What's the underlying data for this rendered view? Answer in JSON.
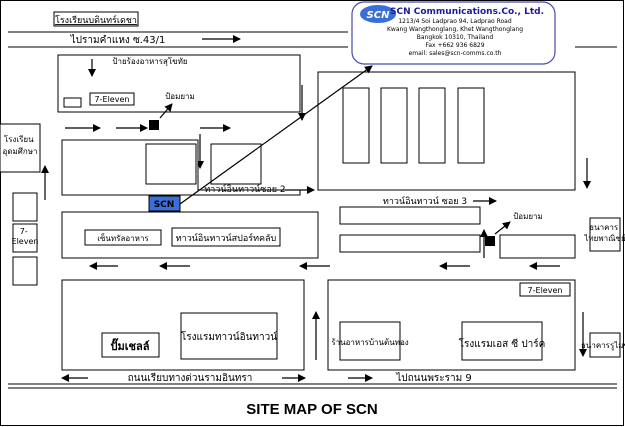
{
  "title": "SITE MAP OF SCN",
  "company": {
    "logo": "SCN",
    "name": "SCN Communications.Co., Ltd.",
    "address_lines": [
      "1213/4 Soi Ladprao 94, Ladprao Road",
      "Kwang  Wangthonglang, Khet Wangthonglang",
      "Bangkok 10310, Thailand",
      "Fax +662 936 6829",
      "email:  sales@scn-comms.co.th"
    ]
  },
  "scn_marker": "SCN",
  "places": {
    "school_top": "โรงเรียนบดินทร์เดชา",
    "road_top": "ไปรามคำแหง ซ.43/1",
    "restaurant_sign": "ป้ายร้องอาหารสุโขทัย",
    "seven_eleven_top": "7-Eleven",
    "seven_eleven_left": "7-\nEleven",
    "seven_eleven_right": "7-Eleven",
    "police_box_1": "ป้อมยาม",
    "police_box_2": "ป้อมยาม",
    "school_left": "โรงเรียน\nอุดมศึกษา",
    "soi_2": "ทาวน์อินทาวน์ซอย 2",
    "soi_3": "ทาวน์อินทาวน์ ซอย 3",
    "food_center": "เซ็นทรัลอาหาร",
    "sports_club": "ทาวน์อินทาวน์สปอร์ทคลับ",
    "bank_top": "ธนาคาร\nไทยพาณิชย์",
    "bank_bottom": "ธนาคารรูไมข้",
    "pump_shell": "ปั๊มเชลล์",
    "hotel_town": "โรงแรมทาวน์อินทาวน์",
    "restaurant_bottom": "ร้านอาหารบ้านต้นทอง",
    "hotel_sc": "โรงแรมเอส ซี ปาร์ค",
    "road_bottom_left": "ถนนเรียบทางด่วนรามอินทรา",
    "road_bottom_right": "ไปถนนพระราม 9"
  },
  "colors": {
    "scn_box": "#3a6fd8",
    "info_border": "#4a4aa8",
    "info_title": "#1a1aa0",
    "logo_fill": "#3a6fd8"
  }
}
